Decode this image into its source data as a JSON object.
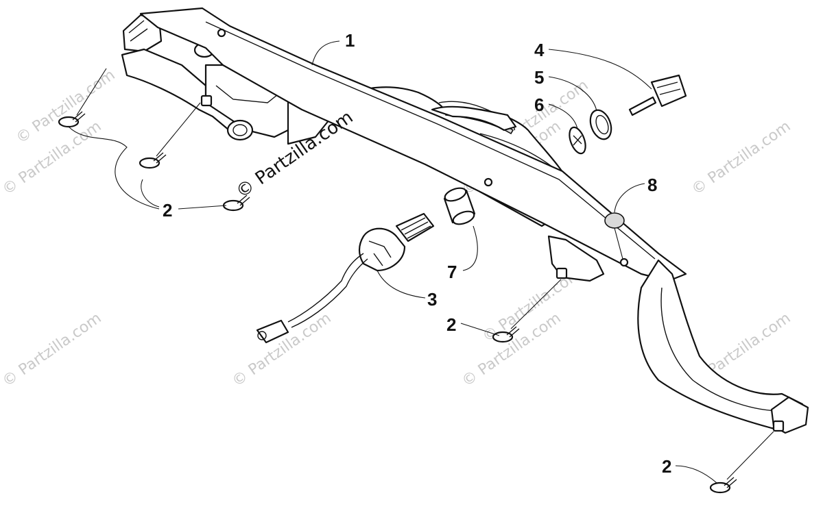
{
  "callouts": {
    "c1": "1",
    "c2a": "2",
    "c2b": "2",
    "c2c": "2",
    "c3": "3",
    "c4": "4",
    "c5": "5",
    "c6": "6",
    "c7": "7",
    "c8": "8"
  },
  "watermark": {
    "main": "© Partzilla.com",
    "tiles": [
      "© Partzilla.com",
      "© Partzilla.com",
      "© Partzilla.com",
      "© Partzilla.com",
      "© Partzilla.com",
      "© Partzilla.com",
      "© Partzilla.com",
      "© Partzilla.com",
      "© Partzilla.com",
      "© Partzilla.com"
    ]
  },
  "colors": {
    "line": "#111111",
    "watermark": "#c9c9c9",
    "background": "#ffffff"
  }
}
